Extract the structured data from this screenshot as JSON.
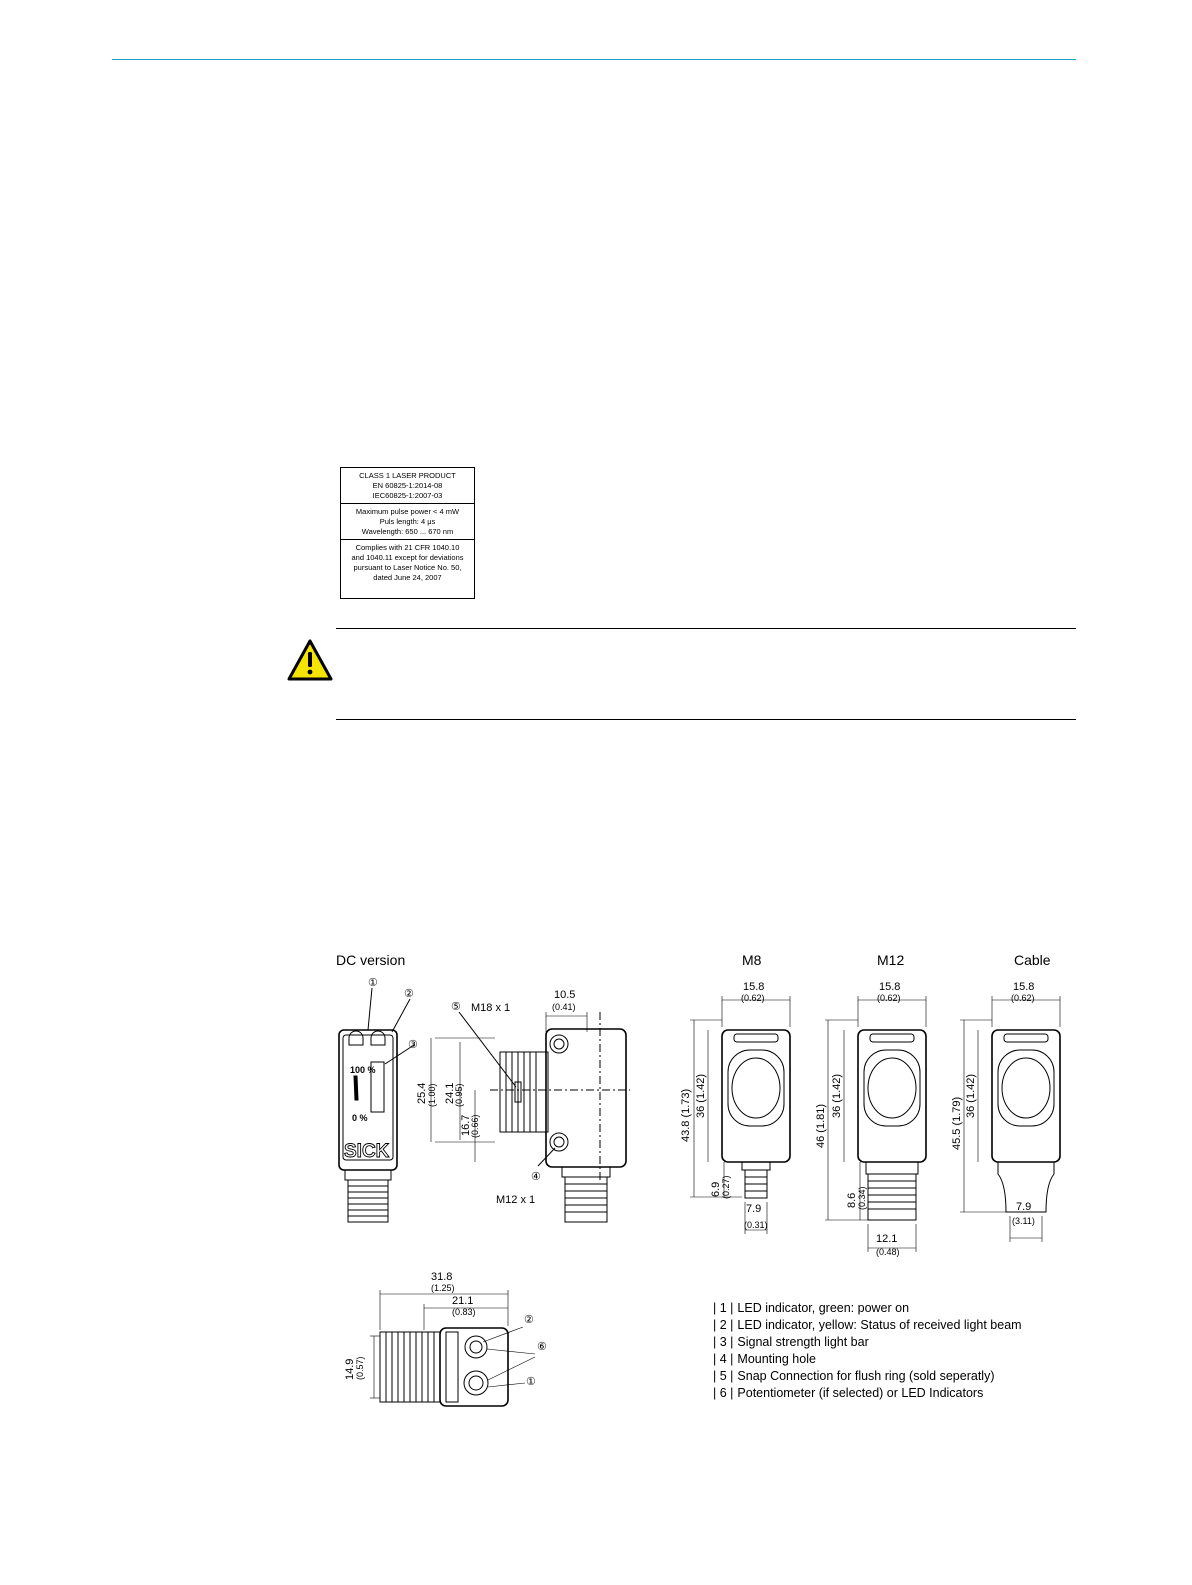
{
  "laser_label": {
    "line1": "CLASS 1 LASER PRODUCT",
    "line2": "EN 60825-1:2014-08",
    "line3": "IEC60825-1:2007-03",
    "line4": "Maximum pulse power < 4 mW",
    "line5": "Puls length: 4 μs",
    "line6": "Wavelength: 650 ... 670 nm",
    "line7": "Complies with 21 CFR 1040.10",
    "line8": "and 1040.11 except for deviations",
    "line9": "pursuant to Laser Notice No. 50,",
    "line10": "dated June 24, 2007"
  },
  "drawing": {
    "titles": {
      "dc": "DC version",
      "m8": "M8",
      "m12": "M12",
      "cable": "Cable"
    },
    "front": {
      "pct100": "100 %",
      "pct0": "0 %",
      "brand": "SICK"
    },
    "side": {
      "thread_top": "M18 x 1",
      "thread_bottom": "M12 x 1",
      "d1": "10.5",
      "d1i": "(0.41)",
      "d2": "25.4",
      "d2i": "(1.00)",
      "d3": "24.1",
      "d3i": "(0.95)",
      "d4": "16.7",
      "d4i": "(0.66)"
    },
    "m8": {
      "w": "15.8",
      "wi": "(0.62)",
      "h": "43.8 (1.73)",
      "h2": "36 (1.42)",
      "h3": "6.9",
      "h3i": "(0.27)",
      "b": "7.9",
      "bi": "(0.31)"
    },
    "m12": {
      "w": "15.8",
      "wi": "(0.62)",
      "h": "46 (1.81)",
      "h2": "36 (1.42)",
      "h3": "8.6",
      "h3i": "(0.34)",
      "b": "12.1",
      "bi": "(0.48)"
    },
    "cable": {
      "w": "15.8",
      "wi": "(0.62)",
      "h": "45.5 (1.79)",
      "h2": "36 (1.42)",
      "b": "7.9",
      "bi": "(3.11)"
    },
    "top": {
      "d1": "31.8",
      "d1i": "(1.25)",
      "d2": "21.1",
      "d2i": "(0.83)",
      "d3": "14.9",
      "d3i": "(0.57)"
    },
    "callouts": {
      "c1": "①",
      "c2": "②",
      "c3": "③",
      "c4": "④",
      "c5": "⑤",
      "c6": "⑥"
    }
  },
  "legend": [
    {
      "num": "| 1 |",
      "text": "LED indicator, green: power on"
    },
    {
      "num": "| 2 |",
      "text": "LED indicator, yellow: Status of received light beam"
    },
    {
      "num": "| 3 |",
      "text": "Signal strength light bar"
    },
    {
      "num": "| 4 |",
      "text": "Mounting hole"
    },
    {
      "num": "| 5 |",
      "text": "Snap Connection for flush ring (sold seperatly)"
    },
    {
      "num": "| 6 |",
      "text": "Potentiometer (if selected) or LED Indicators"
    }
  ]
}
